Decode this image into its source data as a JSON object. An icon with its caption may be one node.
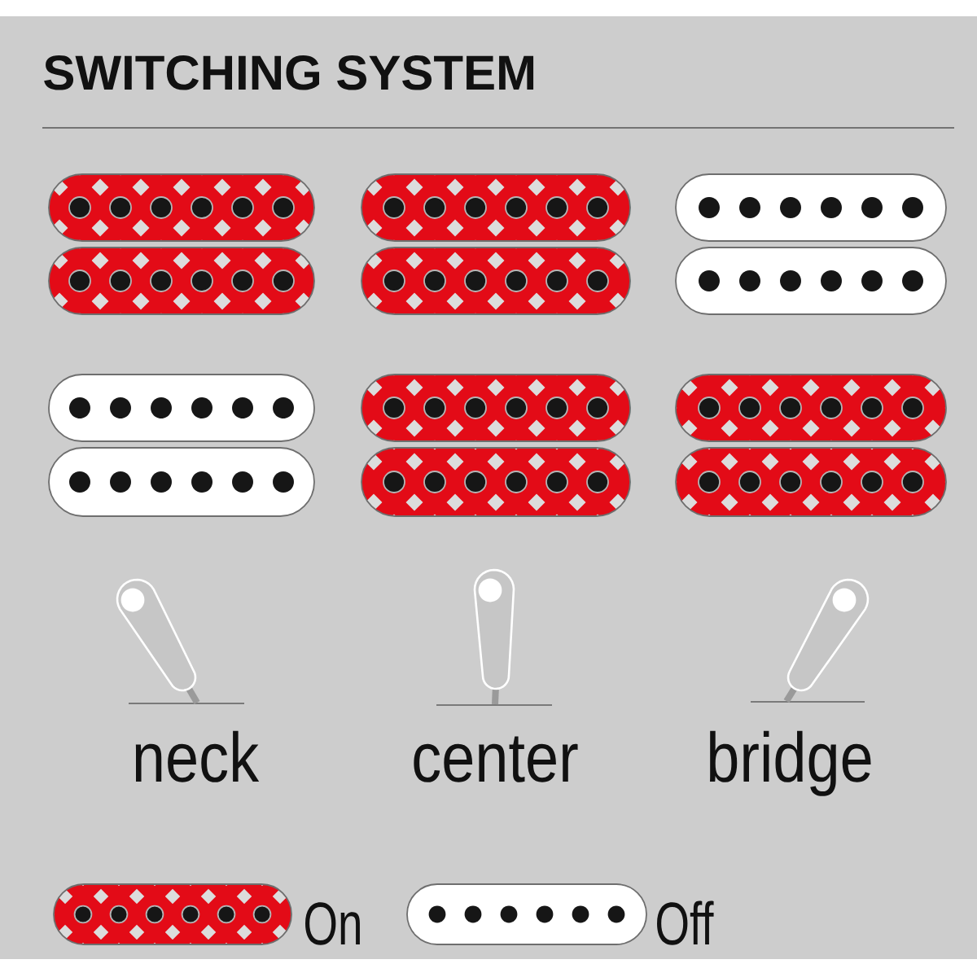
{
  "diagram": {
    "title": "SWITCHING SYSTEM",
    "labels": [
      "neck",
      "center",
      "bridge"
    ],
    "legend": [
      {
        "text": "On",
        "color": "#e30b17"
      },
      {
        "text": "Off",
        "color": "#ffffff"
      }
    ]
  }
}
